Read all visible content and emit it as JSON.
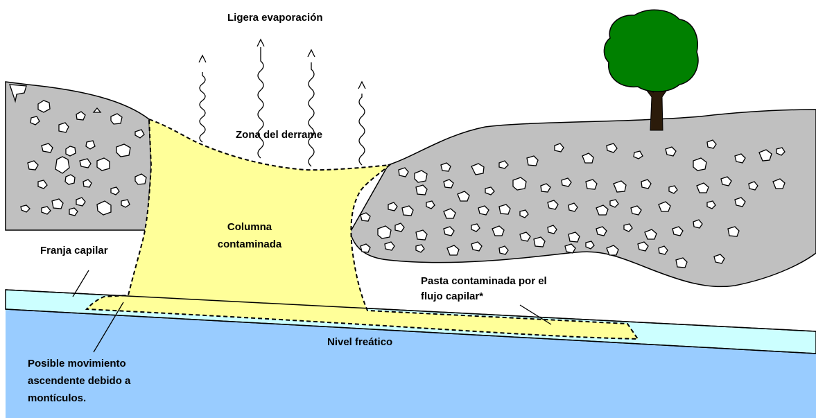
{
  "labels": {
    "evaporation": "Ligera evaporación",
    "spill_zone": "Zona del derrame",
    "column_line1": "Columna",
    "column_line2": "contaminada",
    "capillary_fringe": "Franja capilar",
    "paste_line1": "Pasta contaminada por el",
    "paste_line2": "flujo capilar*",
    "water_table": "Nivel freático",
    "mound_line1": "Posible movimiento",
    "mound_line2": "ascendente debido a",
    "mound_line3": "montículos."
  },
  "colors": {
    "soil": "#c0c0c0",
    "contaminant": "#ffff99",
    "groundwater": "#99ccff",
    "capillary": "#ccffff",
    "tree_canopy": "#008000",
    "tree_trunk": "#2b1b0a",
    "outline": "#000000"
  },
  "icons": {
    "tree": "tree-icon",
    "evaporation": "wavy-arrow-icon"
  }
}
